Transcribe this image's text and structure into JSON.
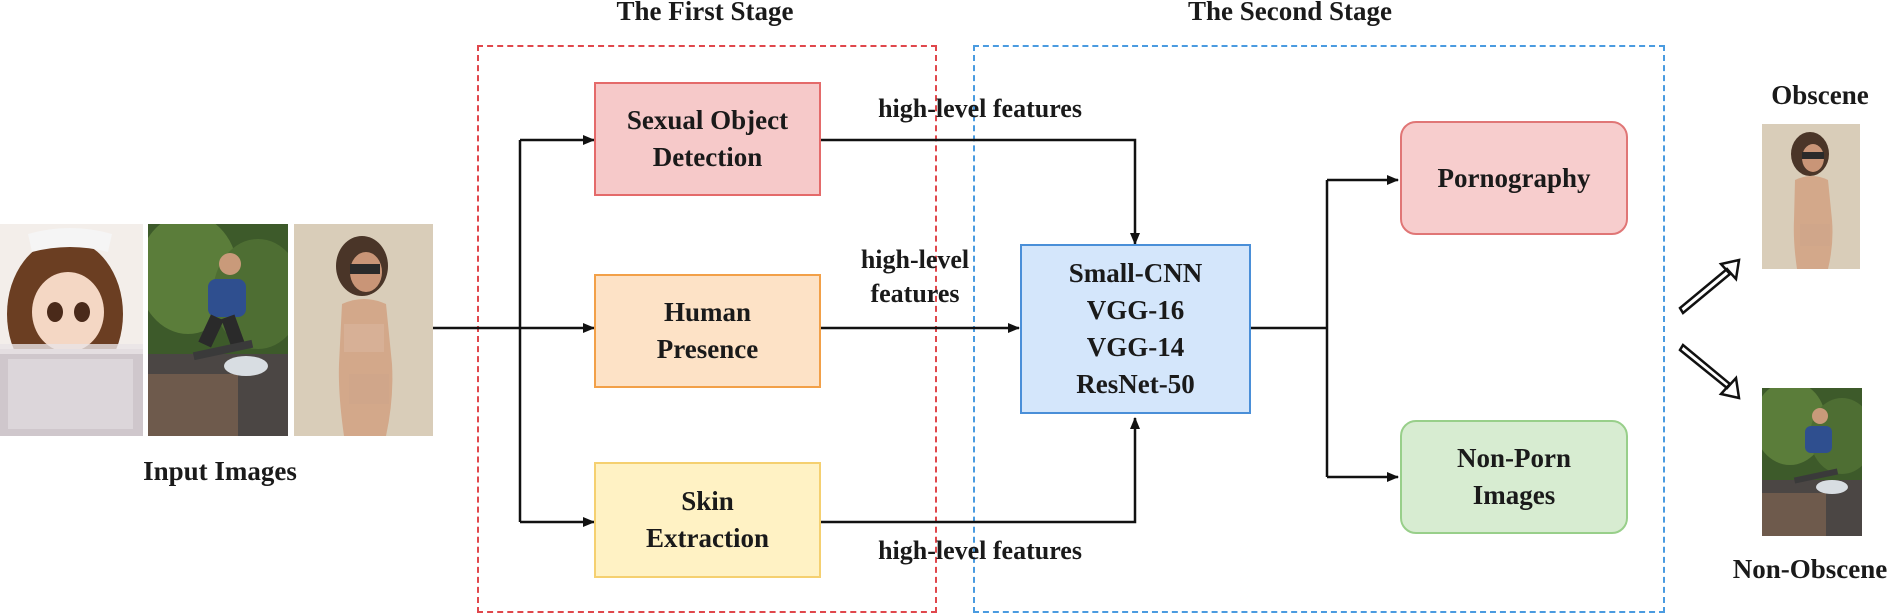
{
  "stages": {
    "first": "The First Stage",
    "second": "The Second Stage"
  },
  "input_caption": "Input Images",
  "modules": {
    "sexual_object": "Sexual Object\nDetection",
    "human_presence": "Human\nPresence",
    "skin_extraction": "Skin\nExtraction"
  },
  "features": {
    "top": "high-level features",
    "middle": "high-level\nfeatures",
    "bottom": "high-level features"
  },
  "classifier": {
    "models": [
      "Small-CNN",
      "VGG-16",
      "VGG-14",
      "ResNet-50"
    ]
  },
  "outputs": {
    "pornography": "Pornography",
    "non_porn": "Non-Porn\nImages"
  },
  "results": {
    "obscene": "Obscene",
    "non_obscene": "Non-Obscene"
  },
  "colors": {
    "first_stage_border": "#e0474c",
    "second_stage_border": "#4a9be0",
    "sexual_fill": "#f6c9c9",
    "sexual_border": "#e46a6a",
    "human_fill": "#fde2c6",
    "human_border": "#f2a048",
    "skin_fill": "#fff2c4",
    "skin_border": "#f5d070",
    "classifier_fill": "#d4e6fb",
    "classifier_border": "#4a8fd8",
    "porn_fill": "#f7cdcd",
    "porn_border": "#e07676",
    "nonporn_fill": "#d7ecd1",
    "nonporn_border": "#98cf8a"
  }
}
